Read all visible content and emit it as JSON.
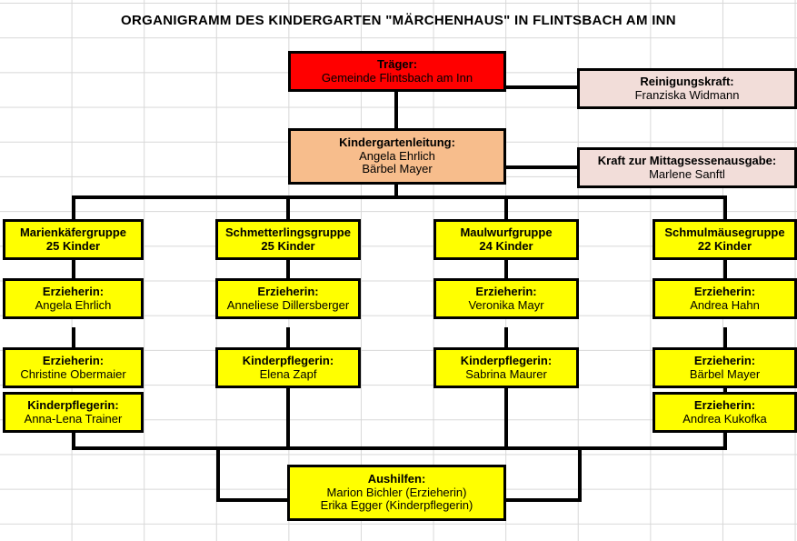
{
  "title": "ORGANIGRAMM DES KINDERGARTEN \"MÄRCHENHAUS\" IN FLINTSBACH AM INN",
  "colors": {
    "traeger": "#ff0000",
    "leitung": "#f7bd8c",
    "support": "#f2ddd9",
    "group": "#ffff00",
    "connector": "#000000",
    "grid": "#d8d8d8",
    "page": "#ffffff"
  },
  "nodes": {
    "traeger": {
      "header": "Träger:",
      "lines": [
        "Gemeinde Flintsbach am Inn"
      ]
    },
    "leitung": {
      "header": "Kindergartenleitung:",
      "lines": [
        "Angela Ehrlich",
        "Bärbel Mayer"
      ]
    },
    "reinigungskraft": {
      "header": "Reinigungskraft:",
      "lines": [
        "Franziska Widmann"
      ]
    },
    "mittagessen": {
      "header": "Kraft zur Mittagsessenausgabe:",
      "lines": [
        "Marlene Sanftl"
      ]
    },
    "aushilfen": {
      "header": "Aushilfen:",
      "lines": [
        "Marion Bichler (Erzieherin)",
        "Erika Egger (Kinderpflegerin)"
      ]
    }
  },
  "groups": [
    {
      "name": "Marienkäfergruppe",
      "count": "25 Kinder",
      "staff": [
        {
          "role": "Erzieherin:",
          "person": "Angela Ehrlich"
        },
        {
          "role": "Erzieherin:",
          "person": "Christine Obermaier"
        },
        {
          "role": "Kinderpflegerin:",
          "person": "Anna-Lena Trainer"
        }
      ]
    },
    {
      "name": "Schmetterlingsgruppe",
      "count": "25 Kinder",
      "staff": [
        {
          "role": "Erzieherin:",
          "person": "Anneliese Dillersberger"
        },
        {
          "role": "Kinderpflegerin:",
          "person": "Elena Zapf"
        }
      ]
    },
    {
      "name": "Maulwurfgruppe",
      "count": "24 Kinder",
      "staff": [
        {
          "role": "Erzieherin:",
          "person": "Veronika Mayr"
        },
        {
          "role": "Kinderpflegerin:",
          "person": "Sabrina Maurer"
        }
      ]
    },
    {
      "name": "Schmulmäusegruppe",
      "count": "22 Kinder",
      "staff": [
        {
          "role": "Erzieherin:",
          "person": "Andrea Hahn"
        },
        {
          "role": "Erzieherin:",
          "person": "Bärbel Mayer"
        },
        {
          "role": "Erzieherin:",
          "person": "Andrea Kukofka"
        }
      ]
    }
  ]
}
